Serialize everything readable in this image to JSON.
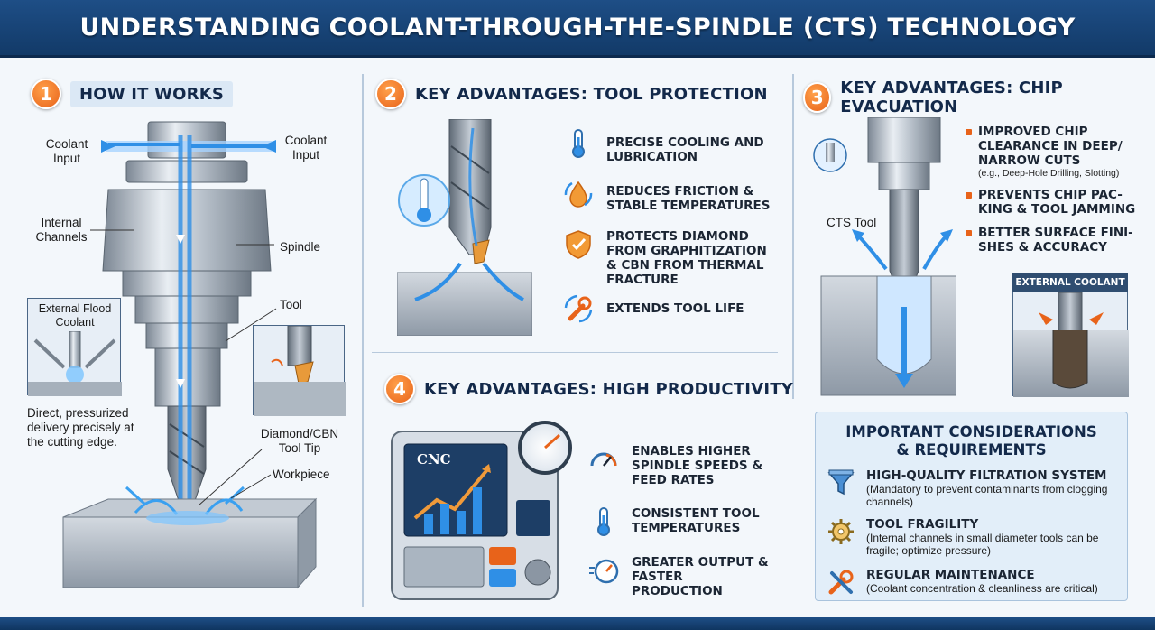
{
  "title": "UNDERSTANDING COOLANT-THROUGH-THE-SPINDLE (CTS) TECHNOLOGY",
  "colors": {
    "banner": "#1a4579",
    "accent_orange": "#e8631a",
    "coolant_blue": "#2f8fe6",
    "steel": "#a9b2bd"
  },
  "section1": {
    "number": "1",
    "title": "HOW IT WORKS",
    "labels": {
      "coolant_input_left": "Coolant Input",
      "coolant_input_right": "Coolant Input",
      "internal_channels": "Internal Channels",
      "spindle": "Spindle",
      "tool": "Tool",
      "external_flood": "External Flood Coolant",
      "direct_delivery": "Direct, pressurized delivery precisely at the cutting edge.",
      "tool_tip": "Diamond/CBN Tool Tip",
      "workpiece": "Workpiece"
    }
  },
  "section2": {
    "number": "2",
    "title": "KEY ADVANTAGES: TOOL PROTECTION",
    "items": [
      {
        "icon": "thermometer-icon",
        "text": "PRECISE COOLING AND LUBRICATION"
      },
      {
        "icon": "drop-cycle-icon",
        "text": "REDUCES FRICTION & STABLE TEMPERATURES"
      },
      {
        "icon": "shield-check-icon",
        "text": "PROTECTS DIAMOND FROM GRAPHITIZATION & CBN FROM THERMAL FRACTURE"
      },
      {
        "icon": "wrench-cycle-icon",
        "text": "EXTENDS TOOL LIFE"
      }
    ]
  },
  "section3": {
    "number": "3",
    "title": "KEY ADVANTAGES: CHIP EVACUATION",
    "cts_tool_label": "CTS Tool",
    "external_coolant_label": "EXTERNAL COOLANT",
    "bullets": [
      {
        "text": "IMPROVED CHIP CLEARANCE IN DEEP/ NARROW CUTS",
        "sub": "(e.g., Deep-Hole Drilling, Slotting)"
      },
      {
        "text": "PREVENTS CHIP PAC-KING & TOOL JAMMING",
        "sub": ""
      },
      {
        "text": "BETTER SURFACE FINI-SHES & ACCURACY",
        "sub": ""
      }
    ]
  },
  "section4": {
    "number": "4",
    "title": "KEY ADVANTAGES: HIGH PRODUCTIVITY",
    "screen_label": "CNC",
    "items": [
      {
        "icon": "speed-gauge-icon",
        "text": "ENABLES HIGHER SPINDLE SPEEDS & FEED RATES"
      },
      {
        "icon": "thermometer-icon",
        "text": "CONSISTENT TOOL TEMPERATURES"
      },
      {
        "icon": "fast-gauge-icon",
        "text": "GREATER OUTPUT & FASTER PRODUCTION"
      }
    ]
  },
  "considerations": {
    "title": "IMPORTANT CONSIDERATIONS & REQUIREMENTS",
    "items": [
      {
        "icon": "filter-funnel-icon",
        "title": "HIGH-QUALITY FILTRATION SYSTEM",
        "sub": "(Mandatory to prevent contaminants from clogging channels)"
      },
      {
        "icon": "gear-fragile-icon",
        "title": "TOOL FRAGILITY",
        "sub": "(Internal channels in small diameter tools can be fragile; optimize pressure)"
      },
      {
        "icon": "tools-icon",
        "title": "REGULAR MAINTENANCE",
        "sub": "(Coolant concentration & cleanliness are critical)"
      }
    ]
  }
}
